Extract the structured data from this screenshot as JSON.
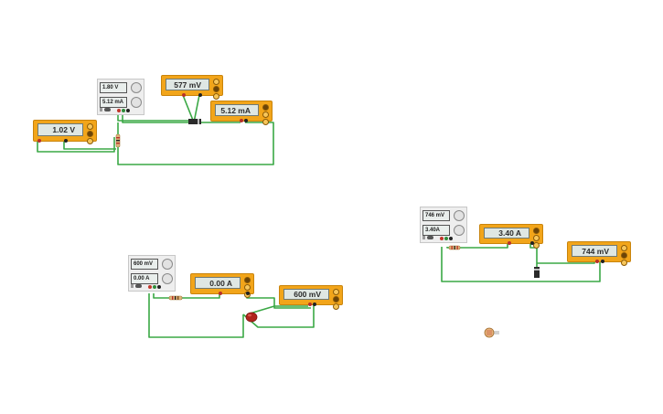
{
  "circuit_1": {
    "power_supply": {
      "voltage": "1.80 V",
      "current": "5.12 mA"
    },
    "voltmeter_left": {
      "reading": "1.02 V"
    },
    "voltmeter_top": {
      "reading": "577 mV"
    },
    "ammeter": {
      "reading": "5.12 mA"
    }
  },
  "circuit_2": {
    "power_supply": {
      "voltage": "600 mV",
      "current": "0.00 A"
    },
    "ammeter": {
      "reading": "0.00 A"
    },
    "voltmeter": {
      "reading": "600 mV"
    }
  },
  "circuit_3": {
    "power_supply": {
      "voltage": "746 mV",
      "current": "3.40A"
    },
    "ammeter": {
      "reading": "3.40 A"
    },
    "voltmeter": {
      "reading": "744 mV"
    }
  },
  "colors": {
    "wire": "#3aa845",
    "meter": "#f2a51a",
    "led": "#b0241c"
  }
}
